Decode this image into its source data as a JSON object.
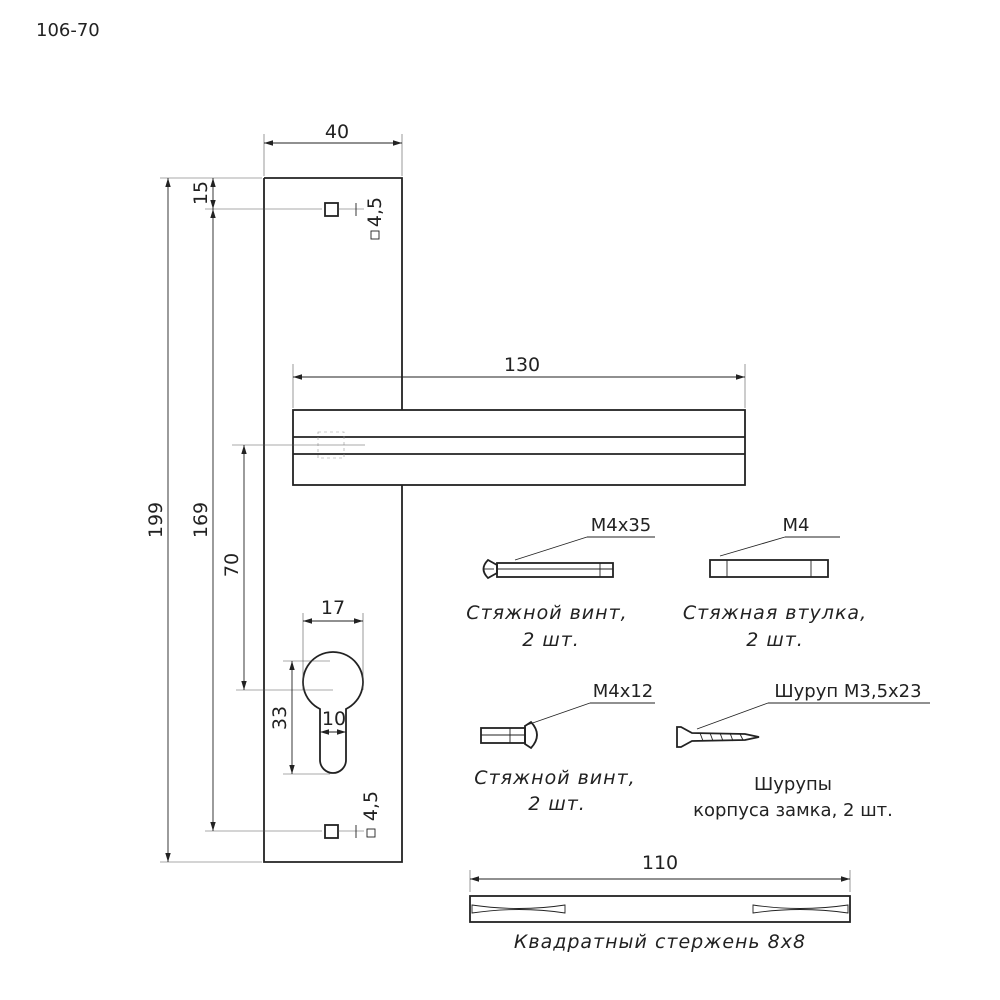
{
  "model_code": "106-70",
  "dimensions": {
    "plate_width": "40",
    "top_offset": "15",
    "hole_size_top": "4,5",
    "total_height": "199",
    "hole_spacing": "169",
    "handle_length": "130",
    "handle_to_cylinder": "70",
    "cylinder_width": "17",
    "cylinder_height": "33",
    "cylinder_slot": "10",
    "hole_size_bottom": "4,5"
  },
  "parts": {
    "bolt_long": {
      "spec": "M4x35",
      "name": "Стяжной винт,",
      "qty": "2 шт."
    },
    "sleeve": {
      "spec": "M4",
      "name": "Стяжная втулка,",
      "qty": "2 шт."
    },
    "bolt_short": {
      "spec": "M4x12",
      "name": "Стяжной винт,",
      "qty": "2 шт."
    },
    "screw": {
      "spec": "Шуруп М3,5х23",
      "name": "Шурупы",
      "qty": "корпуса замка, 2 шт."
    },
    "spindle": {
      "length": "110",
      "name": "Квадратный стержень 8х8"
    }
  }
}
